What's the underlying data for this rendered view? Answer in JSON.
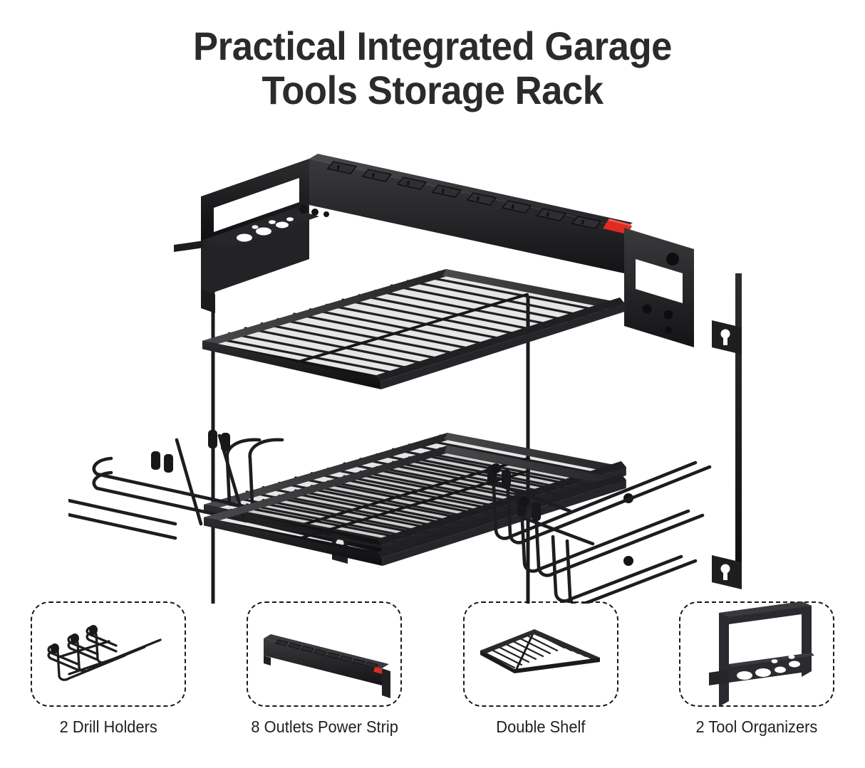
{
  "page": {
    "background_color": "#ffffff",
    "text_color": "#2b2b2b"
  },
  "title": {
    "line1": "Practical Integrated Garage",
    "line2": "Tools Storage Rack",
    "full": "Practical Integrated Garage Tools Storage Rack"
  },
  "product": {
    "name": "3-tier garage tools storage rack",
    "color": "#1c1c1c",
    "accent_color": "#e02b20",
    "tiers": 3,
    "outlet_count": 8,
    "switch_color": "#e02b20",
    "parts": [
      "top-shelf-wire-grid",
      "middle-shelf-wire-grid",
      "bottom-shelf-wire-grid",
      "power-strip-rail",
      "tool-organizer-panel",
      "drill-holder-wires-left",
      "drill-holder-wires-right",
      "wall-mount-rail-keyholes"
    ]
  },
  "features": [
    {
      "id": "drill-holders",
      "caption": "2 Drill Holders",
      "icon": "drill-holder-wire-icon"
    },
    {
      "id": "power-strip",
      "caption": "8 Outlets Power Strip",
      "icon": "power-strip-icon"
    },
    {
      "id": "double-shelf",
      "caption": "Double Shelf",
      "icon": "wire-shelf-icon"
    },
    {
      "id": "tool-organizers",
      "caption": "2 Tool Organizers",
      "icon": "tool-organizer-panel-icon"
    }
  ]
}
